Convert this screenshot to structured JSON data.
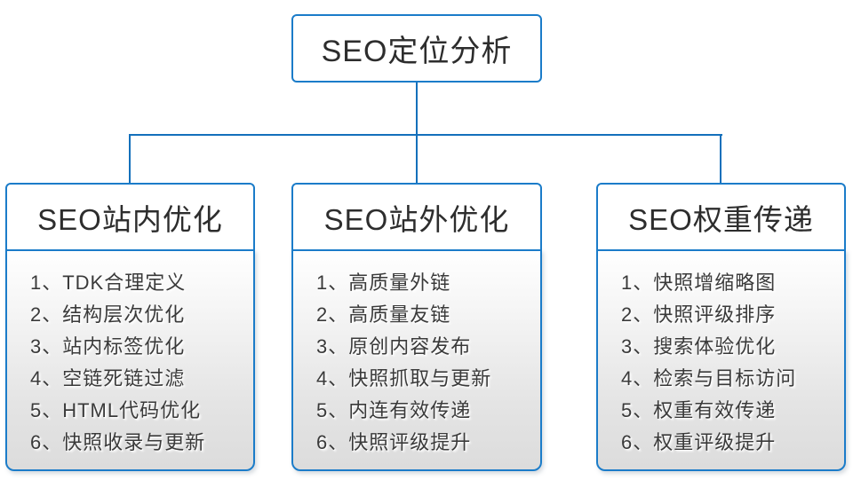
{
  "root": {
    "title": "SEO定位分析"
  },
  "columns": [
    {
      "header": "SEO站内优化",
      "items": [
        "1、TDK合理定义",
        "2、结构层次优化",
        "3、站内标签优化",
        "4、空链死链过滤",
        "5、HTML代码优化",
        "6、快照收录与更新"
      ]
    },
    {
      "header": "SEO站外优化",
      "items": [
        "1、高质量外链",
        "2、高质量友链",
        "3、原创内容发布",
        "4、快照抓取与更新",
        "5、内连有效传递",
        "6、快照评级提升"
      ]
    },
    {
      "header": "SEO权重传递",
      "items": [
        "1、快照增缩略图",
        "2、快照评级排序",
        "3、搜索体验优化",
        "4、检索与目标访问",
        "5、权重有效传递",
        "6、权重评级提升"
      ]
    }
  ],
  "colors": {
    "connector_line": "#1470bb",
    "box_border": "#1b7cc9",
    "list_gradient_top": "#ffffff",
    "list_gradient_bottom": "#dcdcdc",
    "text": "#3a3a3a"
  }
}
